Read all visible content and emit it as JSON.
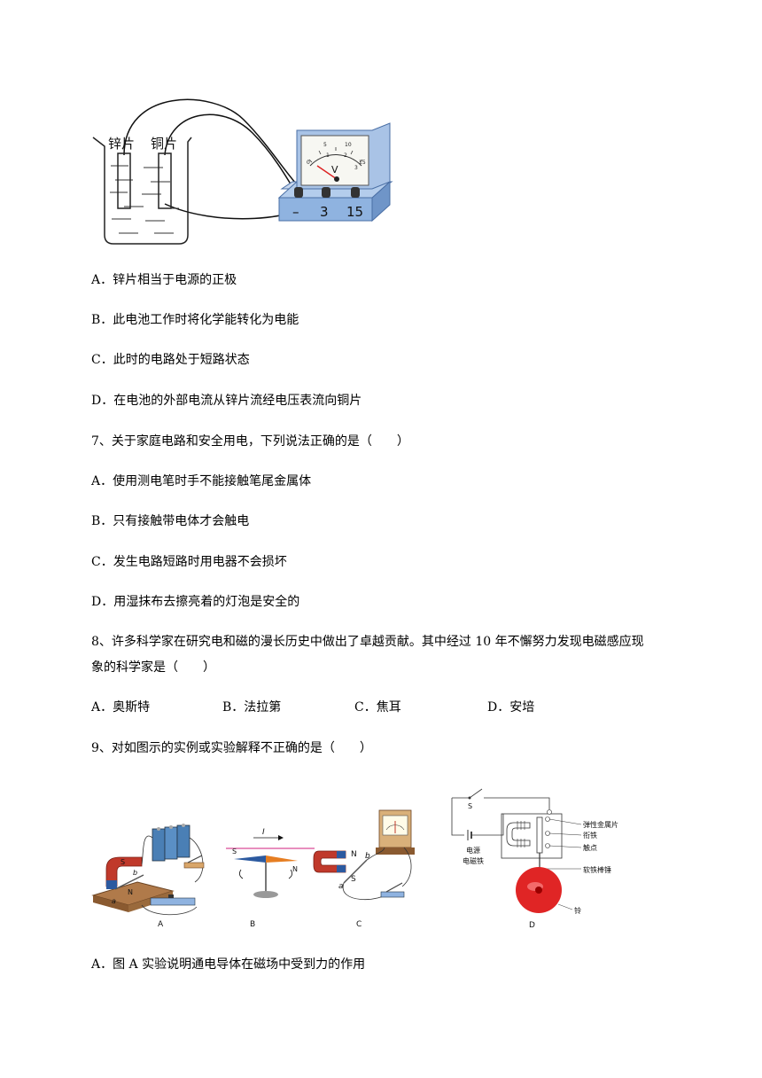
{
  "figure1": {
    "zinc_label": "锌片",
    "copper_label": "铜片",
    "meter_unit": "V",
    "terminal_labels": [
      "–",
      "3",
      "15"
    ],
    "scale_ticks": [
      "0",
      "5",
      "1",
      "10",
      "2",
      "15",
      "3"
    ]
  },
  "q6_options": [
    "A．锌片相当于电源的正极",
    "B．此电池工作时将化学能转化为电能",
    "C．此时的电路处于短路状态",
    "D．在电池的外部电流从锌片流经电压表流向铜片"
  ],
  "q7": {
    "stem": "7、关于家庭电路和安全用电，下列说法正确的是（　　）",
    "options": [
      "A．使用测电笔时手不能接触笔尾金属体",
      "B．只有接触带电体才会触电",
      "C．发生电路短路时用电器不会损坏",
      "D．用湿抹布去擦亮着的灯泡是安全的"
    ]
  },
  "q8": {
    "stem_line1": "8、许多科学家在研究电和磁的漫长历史中做出了卓越贡献。其中经过 10 年不懈努力发现电磁感应现",
    "stem_line2": "象的科学家是（　　）",
    "options": [
      "A．奥斯特",
      "B．法拉第",
      "C．焦耳",
      "D．安培"
    ]
  },
  "q9": {
    "stem": "9、对如图示的实例或实验解释不正确的是（　　）",
    "figure_labels": [
      "A",
      "B",
      "C",
      "D"
    ],
    "figA_labels": [
      "S",
      "N",
      "b",
      "a"
    ],
    "figB_labels": [
      "I",
      "S",
      "N"
    ],
    "figC_labels": [
      "N",
      "b",
      "a",
      "S"
    ],
    "figD_labels": {
      "switch": "S",
      "power": "电源",
      "electromagnet": "电磁铁",
      "spring_sheet": "弹性金属片",
      "armature": "衔铁",
      "contact": "触点",
      "hammer": "软铁棒锤",
      "bell": "铃"
    },
    "option_a": "A．图 A 实验说明通电导体在磁场中受到力的作用"
  }
}
